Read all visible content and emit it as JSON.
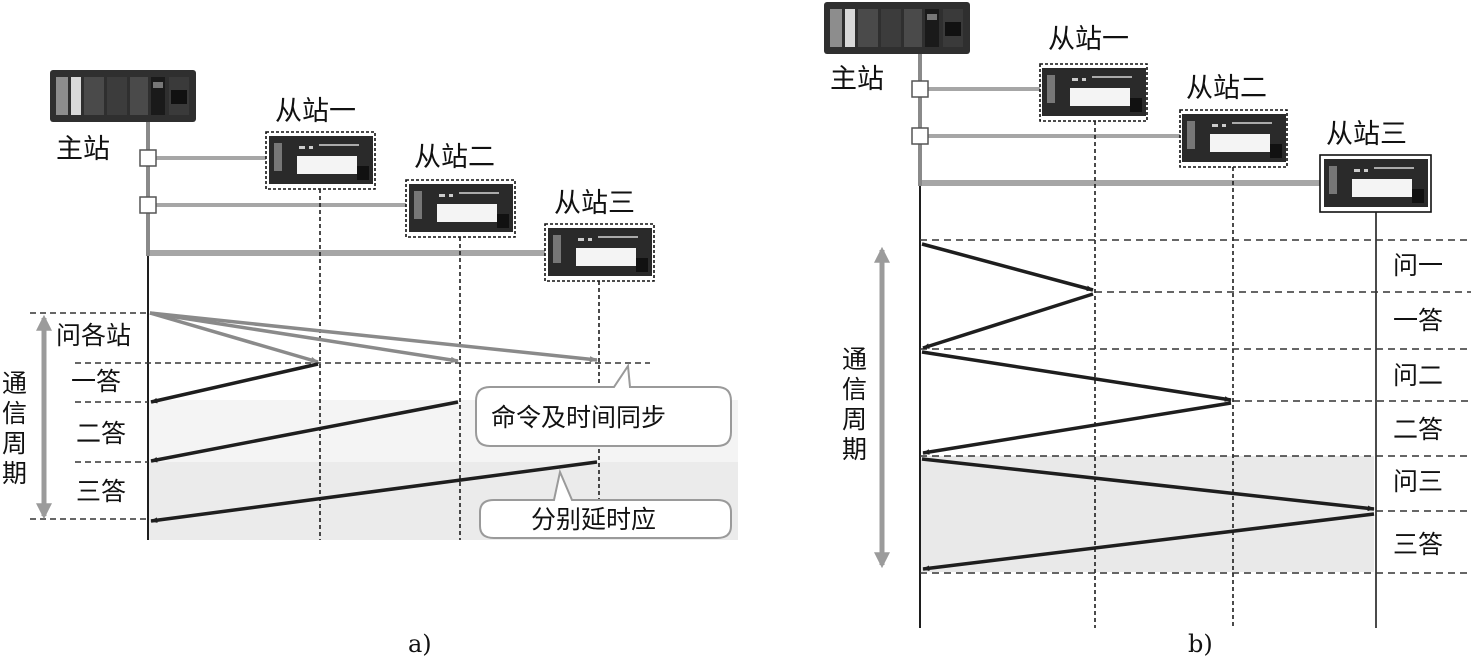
{
  "figure": {
    "panel_a": {
      "caption": "a)",
      "master_label": "主站",
      "slaves": [
        "从站一",
        "从站二",
        "从站三"
      ],
      "phases": [
        "问各站",
        "一答",
        "二答",
        "三答"
      ],
      "cycle_label": [
        "通",
        "信",
        "周",
        "期"
      ],
      "callouts": {
        "command": "命令及时间同步",
        "response": "分别延时应"
      }
    },
    "panel_b": {
      "caption": "b)",
      "master_label": "主站",
      "slaves": [
        "从站一",
        "从站二",
        "从站三"
      ],
      "phases": [
        "问一",
        "一答",
        "问二",
        "二答",
        "问三",
        "三答"
      ],
      "cycle_label": [
        "通",
        "信",
        "周",
        "期"
      ]
    },
    "colors": {
      "arrow_dark": "#1e1e1e",
      "arrow_grey": "#8a8a8a",
      "bus_grey": "#a6a6a6",
      "shade_light": "#f2f2f2",
      "shade_mid": "#e6e6e6",
      "device_body": "#2a2a2a"
    }
  }
}
